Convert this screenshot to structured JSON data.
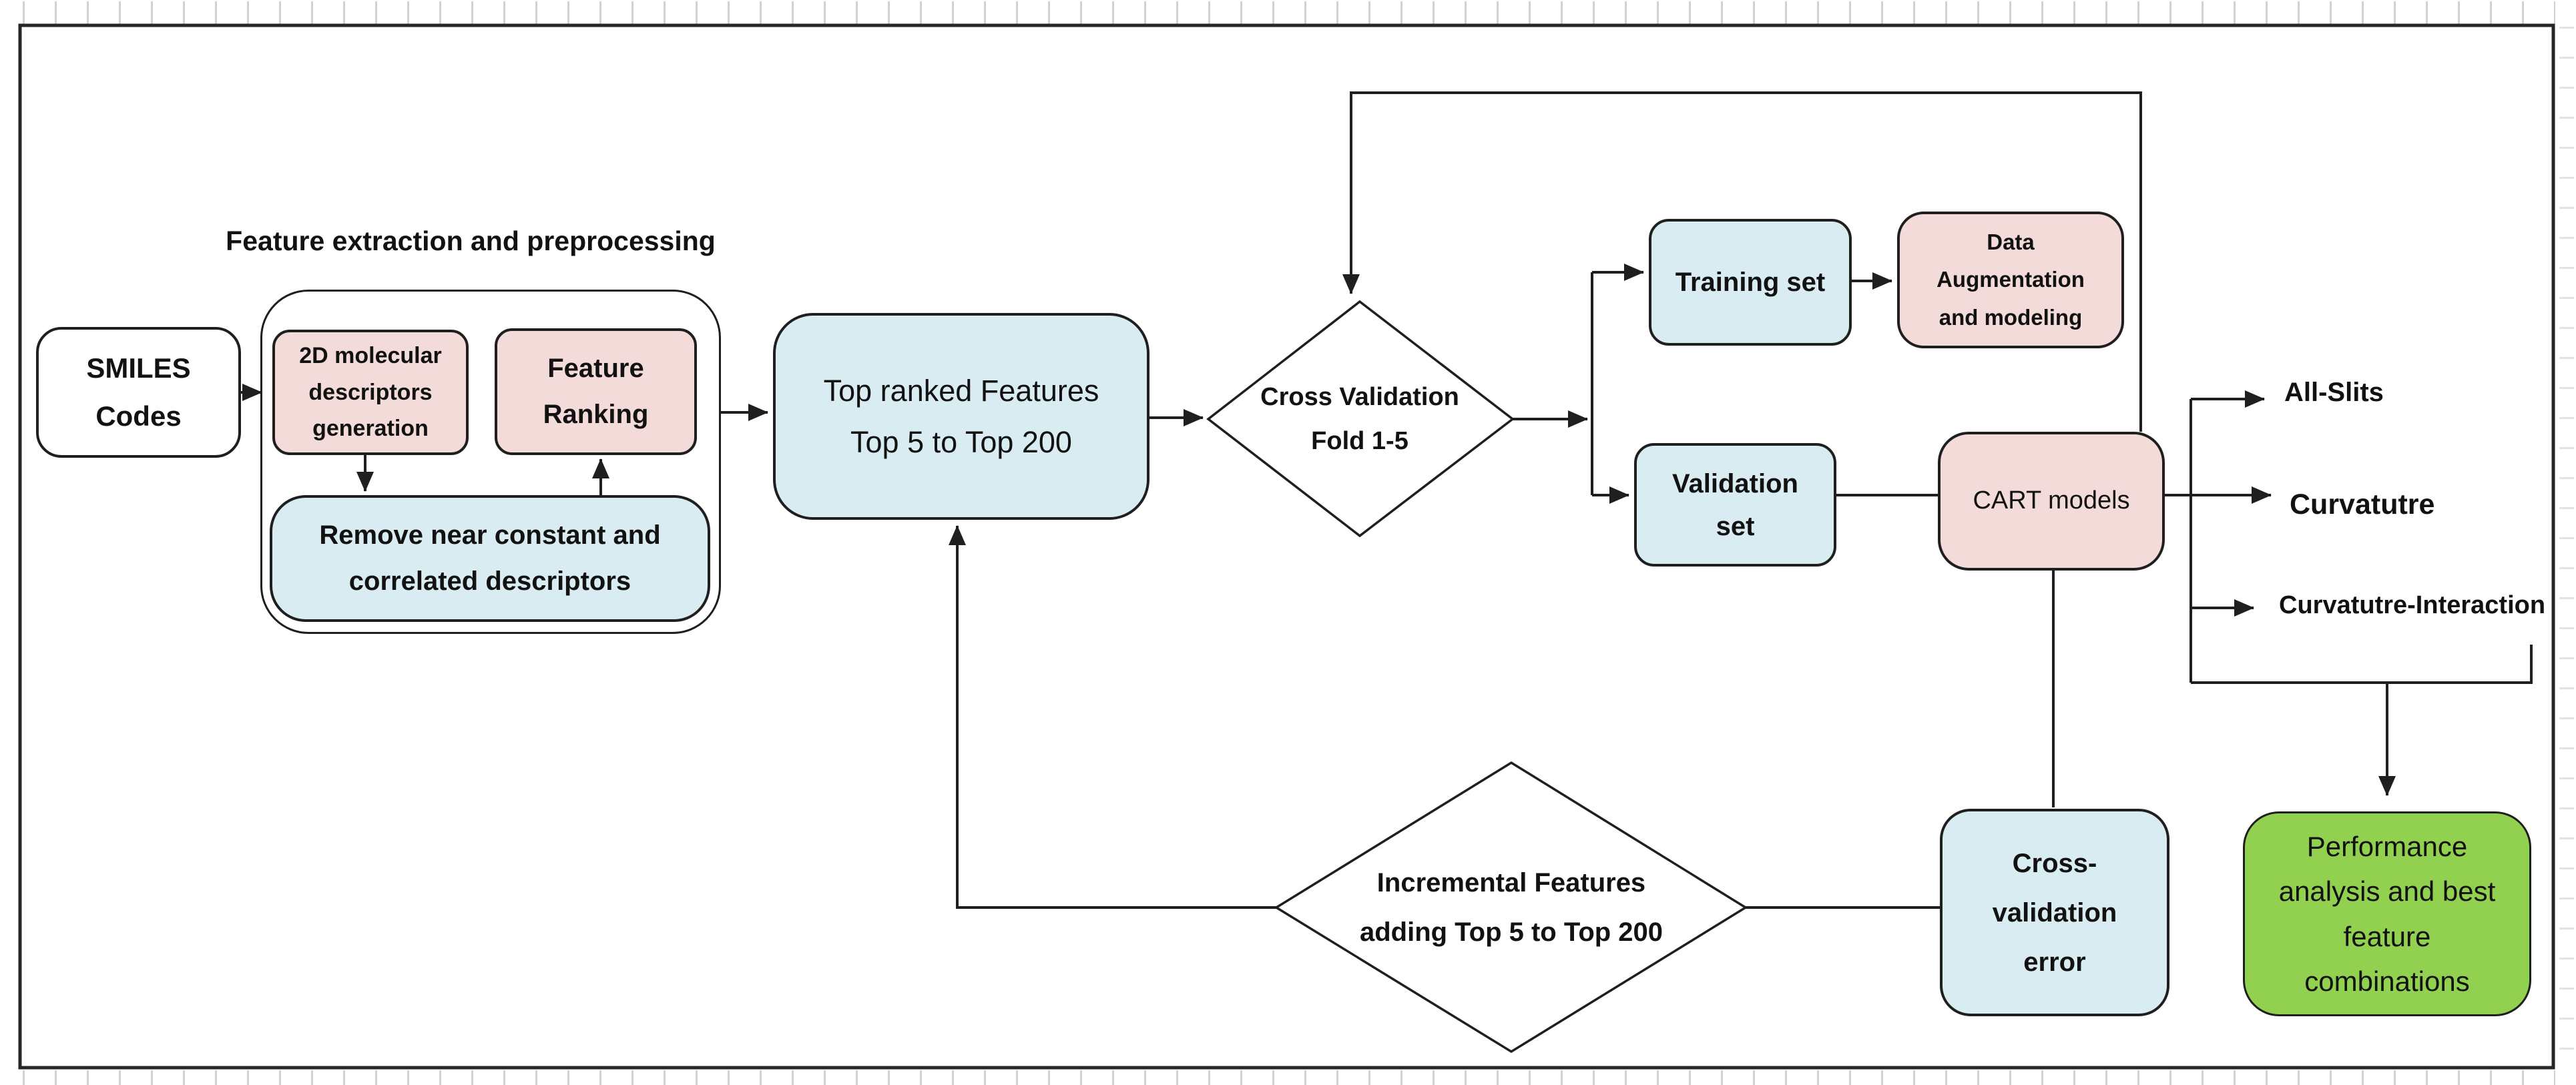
{
  "title": "Feature extraction and preprocessing",
  "nodes": {
    "smiles": {
      "label": "SMILES\nCodes"
    },
    "desc2d": {
      "label": "2D molecular\ndescriptors\ngeneration"
    },
    "feature_ranking": {
      "label": "Feature\nRanking"
    },
    "remove_descriptors": {
      "label": "Remove near constant and\ncorrelated descriptors"
    },
    "top_ranked": {
      "label": "Top ranked Features\nTop 5 to Top 200"
    },
    "cross_validation": {
      "label": "Cross Validation\nFold 1-5"
    },
    "training_set": {
      "label": "Training set"
    },
    "data_augmentation": {
      "label": "Data\nAugmentation\nand modeling"
    },
    "validation_set": {
      "label": "Validation\nset"
    },
    "cart_models": {
      "label": "CART models"
    },
    "cross_validation_error": {
      "label": "Cross-\nvalidation\nerror"
    },
    "incremental_features": {
      "label": "Incremental Features\nadding Top 5 to Top 200"
    },
    "performance": {
      "label": "Performance\nanalysis and best\nfeature\ncombinations"
    }
  },
  "outputs": {
    "all_slits": {
      "label": "All-Slits"
    },
    "curvatutre": {
      "label": "Curvatutre"
    },
    "curvatutre_interaction": {
      "label": "Curvatutre-Interaction"
    }
  },
  "colors": {
    "pink": "#F2DBD9",
    "blue": "#D9ECF2",
    "green": "#92D050",
    "line": "#1F1F1F",
    "tick": "#D2D2D2",
    "background": "#FFFFFF"
  }
}
